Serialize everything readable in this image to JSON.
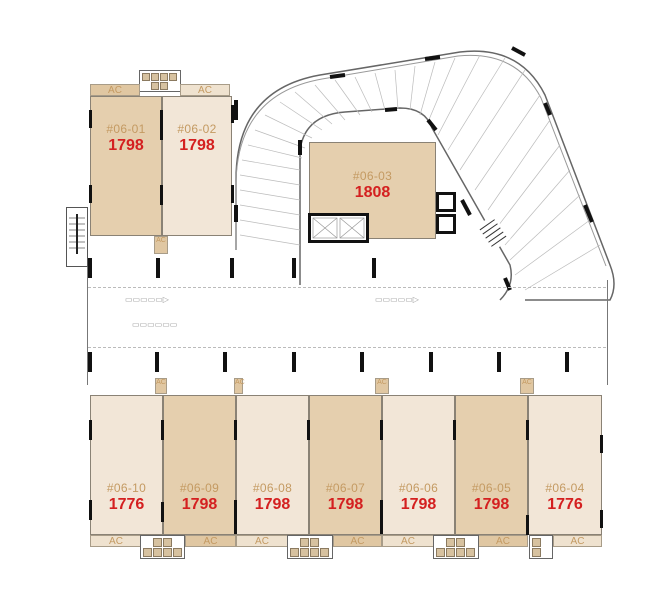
{
  "floor": {
    "level": "06",
    "colors": {
      "unit_dark": "#e5cfae",
      "unit_light": "#f2e6d7",
      "unit_label": "#c49a62",
      "area_label": "#d42020",
      "columns": "#111111"
    }
  },
  "units": [
    {
      "id": "#06-01",
      "area": "1798",
      "tone": "dark"
    },
    {
      "id": "#06-02",
      "area": "1798",
      "tone": "light"
    },
    {
      "id": "#06-03",
      "area": "1808",
      "tone": "dark"
    },
    {
      "id": "#06-04",
      "area": "1776",
      "tone": "light"
    },
    {
      "id": "#06-05",
      "area": "1798",
      "tone": "dark"
    },
    {
      "id": "#06-06",
      "area": "1798",
      "tone": "light"
    },
    {
      "id": "#06-07",
      "area": "1798",
      "tone": "dark"
    },
    {
      "id": "#06-08",
      "area": "1798",
      "tone": "light"
    },
    {
      "id": "#06-09",
      "area": "1798",
      "tone": "dark"
    },
    {
      "id": "#06-10",
      "area": "1776",
      "tone": "light"
    }
  ],
  "ac_label": "AC",
  "icons": {
    "lift": "lift-icon",
    "stairs": "stairs-icon",
    "ramp": "ramp-icon",
    "drive-arrow": "arrow-right-icon"
  }
}
